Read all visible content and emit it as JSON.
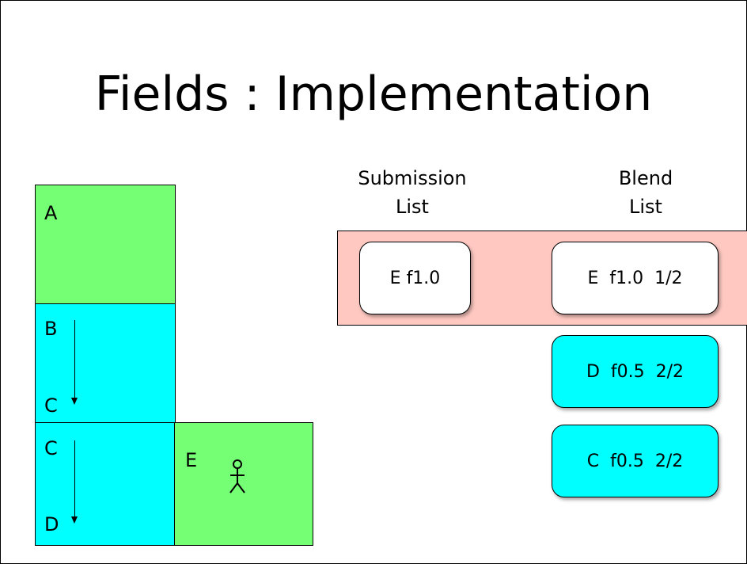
{
  "slide": {
    "title": "Fields : Implementation"
  },
  "grid": {
    "cell_a_label": "A",
    "cell_b_top_label": "B",
    "cell_b_bottom_label": "C",
    "cell_c_top_label": "C",
    "cell_c_bottom_label": "D",
    "cell_e_label": "E"
  },
  "lists": {
    "submission_header_line1": "Submission",
    "submission_header_line2": "List",
    "blend_header_line1": "Blend",
    "blend_header_line2": "List",
    "submission_items": [
      "E f1.0"
    ],
    "blend_items": [
      "E  f1.0  1/2",
      "D  f0.5  2/2",
      "C  f0.5  2/2"
    ]
  },
  "colors": {
    "green": "#74ff74",
    "cyan": "#00ffff",
    "band": "#ffc9c2"
  }
}
